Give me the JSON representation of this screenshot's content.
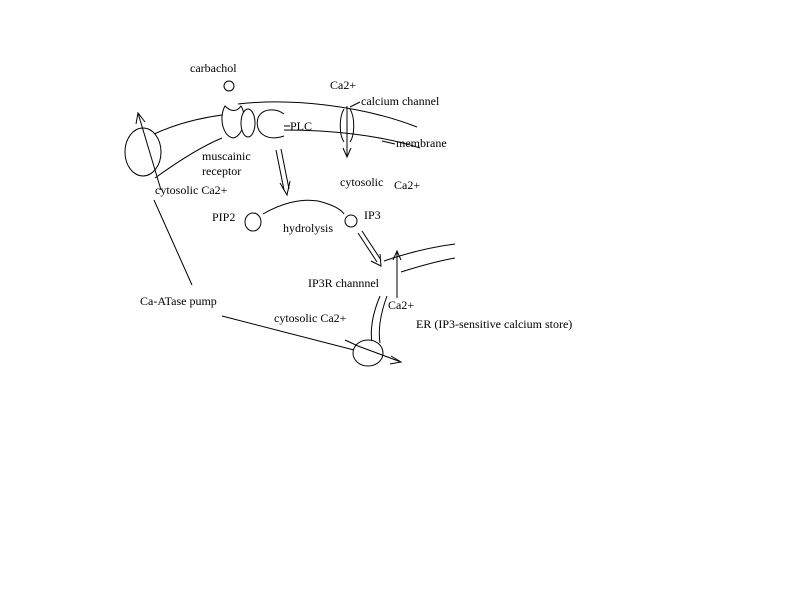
{
  "colors": {
    "background": "#ffffff",
    "stroke": "#000000"
  },
  "labels": {
    "carbachol": "carbachol",
    "ca2_top": "Ca2+",
    "calcium_channel": "calcium channel",
    "plc": "PLC",
    "membrane": "membrane",
    "muscarinic_receptor_line1": "muscainic",
    "muscarinic_receptor_line2": "receptor",
    "cytosolic_ca_right": "cytosolic",
    "cytosolic_ca_right_ion": "Ca2+",
    "cytosolic_ca_left": "cytosolic Ca2+",
    "pip2": "PIP2",
    "hydrolysis": "hydrolysis",
    "ip3": "IP3",
    "ip3r_channel": "IP3R channnel",
    "ca2_er": "Ca2+",
    "er_store": "ER (IP3-sensitive calcium store)",
    "ca_atpase_pump": "Ca-ATase pump",
    "cytosolic_ca_bottom": "cytosolic Ca2+"
  }
}
